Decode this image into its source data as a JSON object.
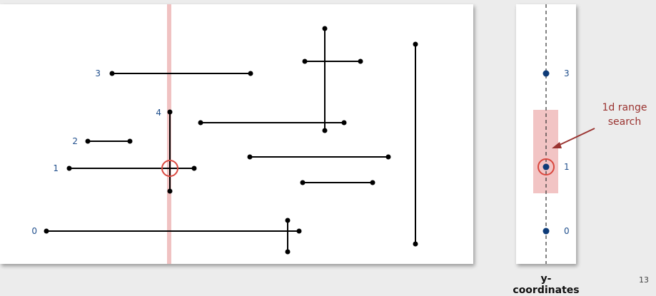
{
  "segment_labels": [
    "0",
    "1",
    "2",
    "3",
    "4"
  ],
  "y_labels": [
    "3",
    "1",
    "0"
  ],
  "annotation": {
    "line1": "1d range",
    "line2": "search"
  },
  "caption": "y-coordinates",
  "page_number": "13",
  "colors": {
    "sweep_line": "#f0c2c2",
    "intersection": "#d9473e",
    "point": "#0d3b78",
    "annotation": "#9a3330"
  }
}
